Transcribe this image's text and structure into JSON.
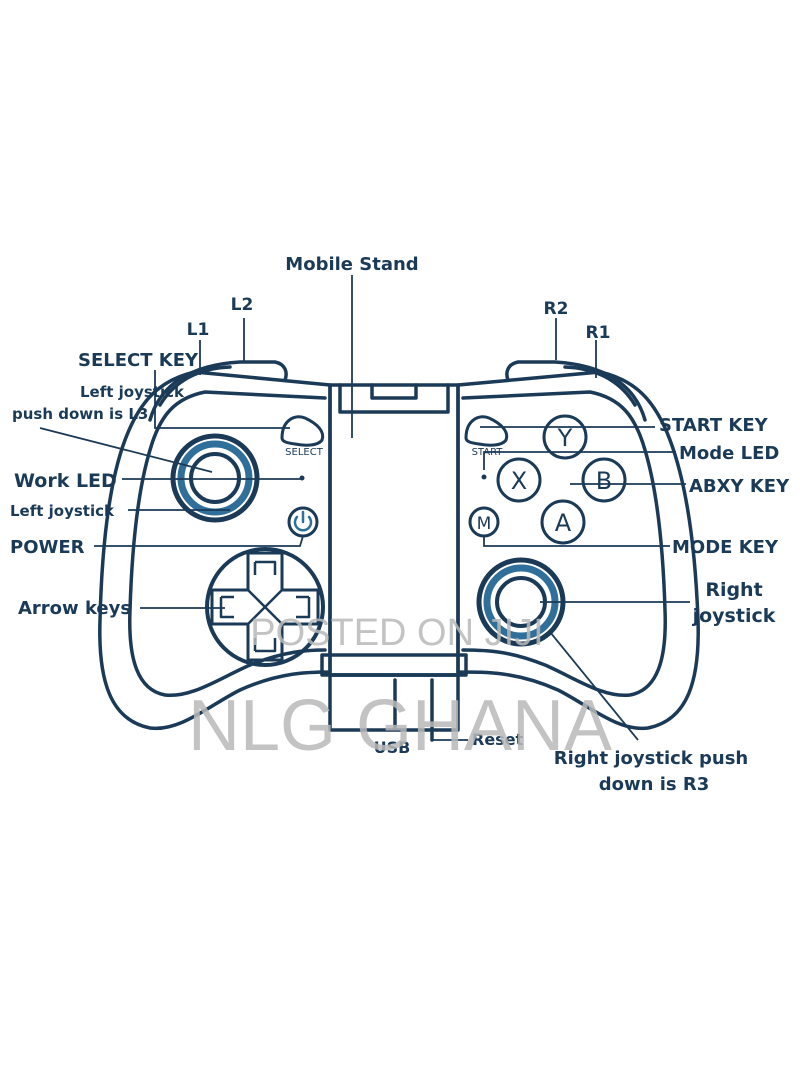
{
  "colors": {
    "outline": "#1b3a57",
    "ring": "#2f6f9a",
    "watermark": "#b9b9b9",
    "background": "#ffffff"
  },
  "labels": {
    "mobile_stand": "Mobile Stand",
    "l2": "L2",
    "l1": "L1",
    "r2": "R2",
    "r1": "R1",
    "select_key": "SELECT KEY",
    "l3_line1": "Left joystick",
    "l3_line2": "push down is L3",
    "work_led": "Work LED",
    "left_joystick": "Left joystick",
    "power": "POWER",
    "arrow_keys": "Arrow keys",
    "start_key": "START KEY",
    "mode_led": "Mode LED",
    "abxy_key": "ABXY KEY",
    "mode_key": "MODE KEY",
    "right_joystick_line1": "Right",
    "right_joystick_line2": "joystick",
    "usb": "USB",
    "reset": "Reset",
    "r3_line1": "Right joystick push",
    "r3_line2": "down is R3"
  },
  "device_text": {
    "select": "SELECT",
    "start": "START",
    "btn_y": "Y",
    "btn_x": "X",
    "btn_b": "B",
    "btn_a": "A",
    "btn_m": "M"
  },
  "icons": {
    "power": "power-icon",
    "dpad": "dpad-icon"
  },
  "watermark": {
    "line1": "POSTED ON JIJI",
    "line2": "NLG GHANA"
  }
}
